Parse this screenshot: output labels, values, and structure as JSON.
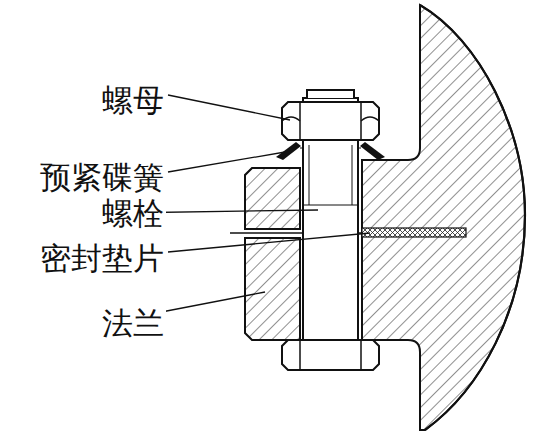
{
  "diagram": {
    "labels": [
      "螺母",
      "预紧碟簧",
      "螺栓",
      "密封垫片",
      "法兰"
    ]
  }
}
